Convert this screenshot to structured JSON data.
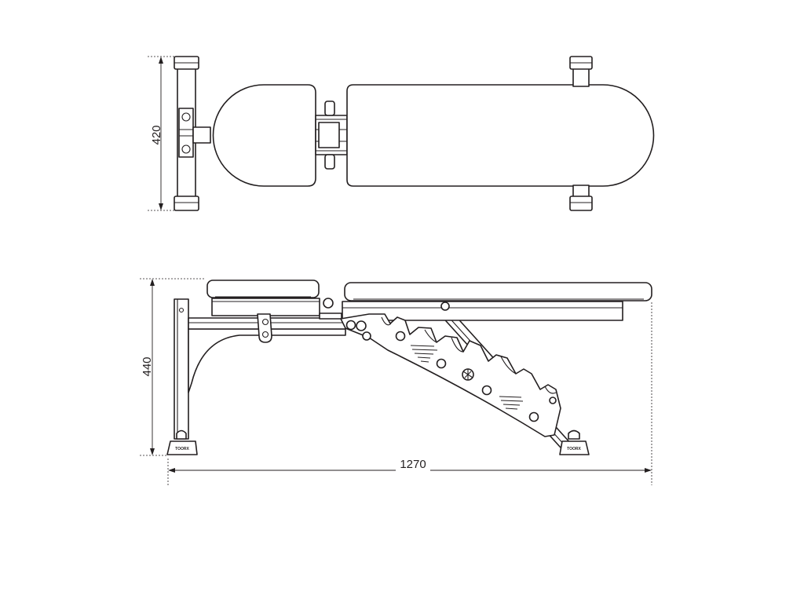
{
  "dimensions": {
    "top_width": "420",
    "side_height": "440",
    "side_length": "1270"
  },
  "foot_brand": "TOORX"
}
